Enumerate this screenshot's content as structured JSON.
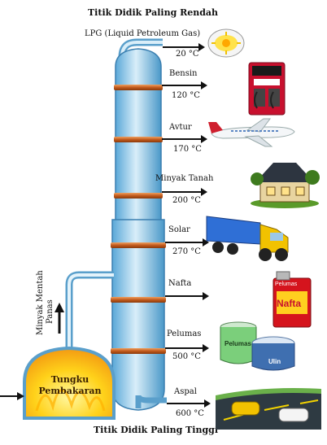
{
  "titles": {
    "top": "Titik Didik Paling Rendah",
    "bottom": "Titik Didik Paling Tinggi"
  },
  "feed": {
    "label_line1": "Minyak Mentah",
    "label_line2": "Panas",
    "furnace_line1": "Tungku",
    "furnace_line2": "Pembakaran"
  },
  "products": [
    {
      "name": "LPG (Liquid Petroleum Gas)",
      "temp": "20 °C",
      "icon": "gas-flame-icon"
    },
    {
      "name": "Bensin",
      "temp": "120 °C",
      "icon": "fuel-pump-icon"
    },
    {
      "name": "Avtur",
      "temp": "170 °C",
      "icon": "airplane-icon"
    },
    {
      "name": "Minyak Tanah",
      "temp": "200 °C",
      "icon": "house-icon"
    },
    {
      "name": "Solar",
      "temp": "270 °C",
      "icon": "truck-icon"
    },
    {
      "name": "Nafta",
      "temp": "",
      "icon": "nafta-can-icon"
    },
    {
      "name": "Pelumas",
      "temp": "500 °C",
      "icon": "lubricant-tins-icon"
    },
    {
      "name": "Aspal",
      "temp": "600 °C",
      "icon": "asphalt-road-icon"
    }
  ],
  "icon_text": {
    "nafta_can_top": "Pelumas",
    "nafta_can_main": "Nafta",
    "tin_left": "Pelumas",
    "tin_right": "Ulin"
  }
}
